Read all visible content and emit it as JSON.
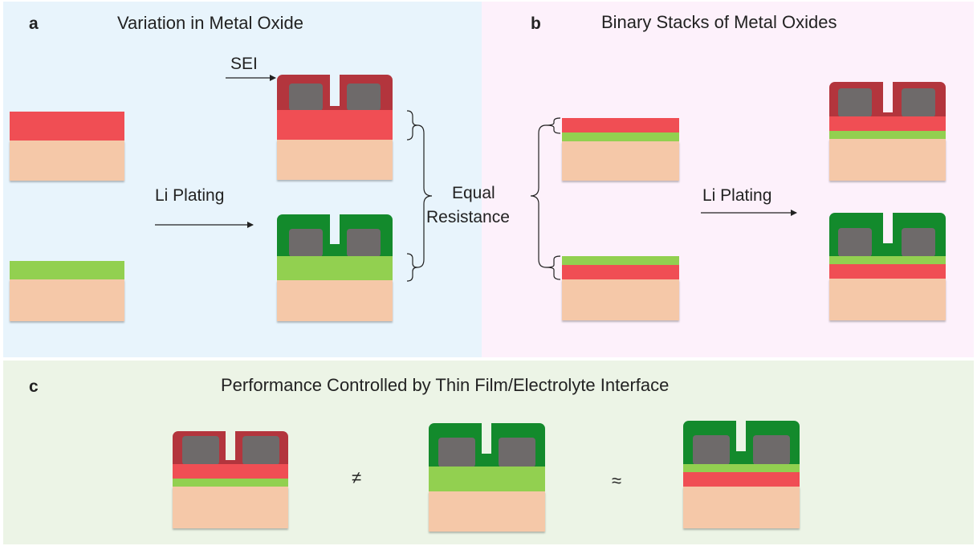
{
  "colors": {
    "substrate": "#f5c8a8",
    "red_oxide": "#f04e54",
    "green_oxide": "#92d050",
    "sei_red": "#b3353d",
    "sei_green": "#138a2c",
    "li_grain": "#6e6a6a",
    "panel_a_bg": "#e8f4fc",
    "panel_b_bg": "#fdf1fb",
    "panel_c_bg": "#ecf4e6"
  },
  "panel_a": {
    "letter": "a",
    "title": "Variation in Metal Oxide",
    "sei_label": "SEI",
    "li_plating_label": "Li Plating"
  },
  "panel_b": {
    "letter": "b",
    "title": "Binary Stacks of Metal Oxides",
    "li_plating_label": "Li Plating"
  },
  "center": {
    "equal_label": "Equal",
    "resistance_label": "Resistance"
  },
  "panel_c": {
    "letter": "c",
    "title": "Performance Controlled by Thin Film/Electrolyte Interface",
    "not_equal_symbol": "≠",
    "approx_symbol": "≈"
  }
}
